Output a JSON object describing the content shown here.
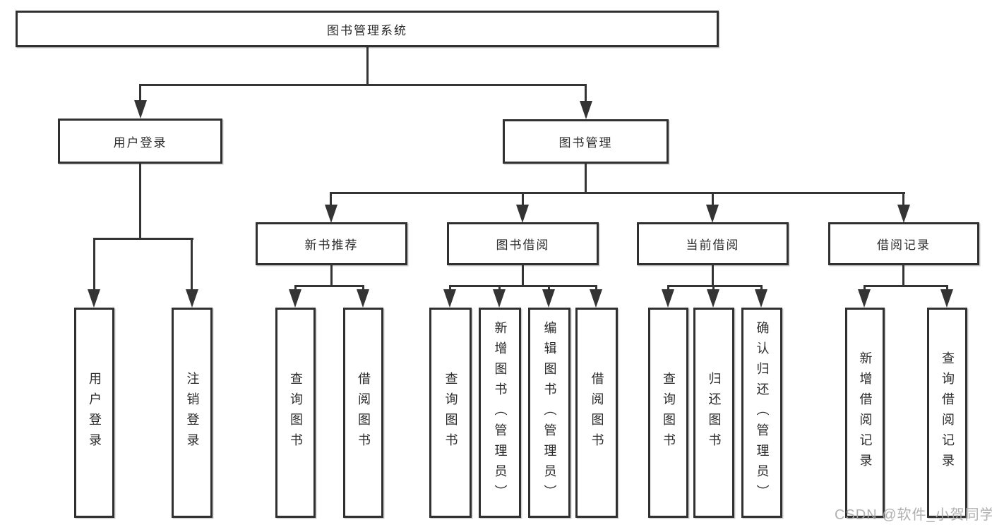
{
  "tree": {
    "root": {
      "label": "图书管理系统"
    },
    "branches": [
      {
        "label": "用户登录",
        "children": [
          {
            "label": "用户登录"
          },
          {
            "label": "注销登录"
          }
        ]
      },
      {
        "label": "图书管理",
        "groups": [
          {
            "label": "新书推荐",
            "children": [
              {
                "label": "查询图书"
              },
              {
                "label": "借阅图书"
              }
            ]
          },
          {
            "label": "图书借阅",
            "children": [
              {
                "label": "查询图书"
              },
              {
                "label": "新增图书（管理员）"
              },
              {
                "label": "编辑图书（管理员）"
              },
              {
                "label": "借阅图书"
              }
            ]
          },
          {
            "label": "当前借阅",
            "children": [
              {
                "label": "查询图书"
              },
              {
                "label": "归还图书"
              },
              {
                "label": "确认归还（管理员）"
              }
            ]
          },
          {
            "label": "借阅记录",
            "children": [
              {
                "label": "新增借阅记录"
              },
              {
                "label": "查询借阅记录"
              }
            ]
          }
        ]
      }
    ]
  },
  "watermark": {
    "text": "CSDN @软件_小贺同学"
  },
  "colors": {
    "line": "#343434",
    "border": "#303030",
    "text": "#2b2b2b",
    "watermark": "#a8a8a8",
    "background": "#ffffff"
  }
}
